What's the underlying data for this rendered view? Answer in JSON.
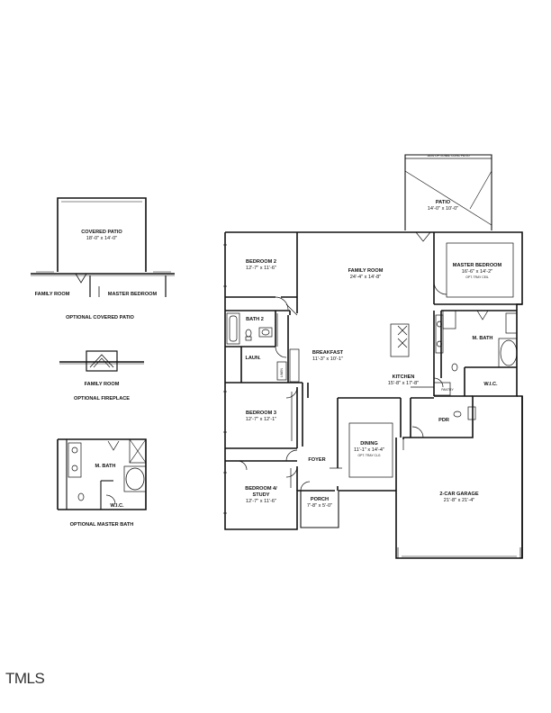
{
  "watermark": "TMLS",
  "rooms": {
    "patio": {
      "name": "PATIO",
      "dims": "14'-0\" x 10'-0\""
    },
    "patio_option": {
      "name": "18X6 OPTIONAL CONC PATIO"
    },
    "bedroom2": {
      "name": "BEDROOM 2",
      "dims": "12'-7\" x 11'-6\""
    },
    "family_room": {
      "name": "FAMILY ROOM",
      "dims": "24'-4\" x 14'-8\""
    },
    "master_bedroom": {
      "name": "MASTER BEDROOM",
      "dims": "16'-6\" x 14'-2\"",
      "note": "OPT. TRAY CEIL"
    },
    "bath2": {
      "name": "BATH 2"
    },
    "laundry": {
      "name": "LAUN."
    },
    "linen": {
      "name": "LINEN"
    },
    "breakfast": {
      "name": "BREAKFAST",
      "dims": "11'-3\" x 10'-1\""
    },
    "m_bath": {
      "name": "M. BATH"
    },
    "kitchen": {
      "name": "KITCHEN",
      "dims": "15'-8\" x 17'-8\""
    },
    "wic": {
      "name": "W.I.C."
    },
    "pantry": {
      "name": "PANTRY"
    },
    "bedroom3": {
      "name": "BEDROOM 3",
      "dims": "12'-7\" x 12'-1\""
    },
    "pdr": {
      "name": "PDR"
    },
    "dining": {
      "name": "DINING",
      "dims": "11'-1\" x 14'-4\"",
      "note": "OPT. TRAY CLG"
    },
    "foyer": {
      "name": "FOYER"
    },
    "bedroom4": {
      "name": "BEDROOM 4/",
      "name2": "STUDY",
      "dims": "12'-7\" x 11'-6\""
    },
    "porch": {
      "name": "PORCH",
      "dims": "7'-8\" x 5'-0\""
    },
    "garage": {
      "name": "2-CAR GARAGE",
      "dims": "21'-8\" x 21'-4\""
    }
  },
  "optional_patio": {
    "room": "COVERED PATIO",
    "dims": "18'-0\" x 14'-0\"",
    "family_room": "FAMILY ROOM",
    "master_bedroom": "MASTER BEDROOM",
    "caption": "OPTIONAL COVERED PATIO"
  },
  "optional_fireplace": {
    "room": "FAMILY ROOM",
    "caption": "OPTIONAL FIREPLACE"
  },
  "optional_master_bath": {
    "m_bath": "M. BATH",
    "wic": "W.I.C.",
    "caption": "OPTIONAL MASTER BATH"
  }
}
